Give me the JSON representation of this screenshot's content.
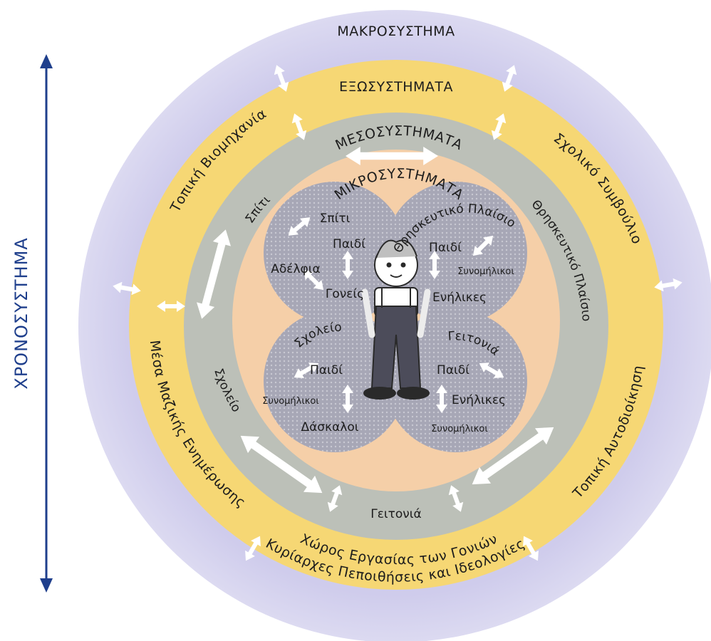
{
  "colors": {
    "macro": "#cfccec",
    "exo": "#f6d774",
    "meso": "#bcc0b8",
    "micro": "#f5cfa8",
    "clover": "#a9a9b8",
    "arrow_white": "#ffffff",
    "axis": "#1f3f8c"
  },
  "time_axis": {
    "label": "ΧΡΟΝΟΣΥΣΤΗΜΑ"
  },
  "rings": {
    "macro": {
      "title": "ΜΑΚΡΟΣΥΣΤΗΜΑ",
      "bottom": "Κυρίαρχες Πεποιθήσεις και Ιδεολογίες"
    },
    "exo": {
      "title": "ΕΞΩΣΥΣΤΗΜΑΤΑ",
      "items": [
        "Τοπική Βιομηχανία",
        "Σχολικό Συμβούλιο",
        "Μέσα Μαζικής Ενημέρωσης",
        "Τοπική Αυτοδιοίκηση",
        "Χώρος Εργασίας των Γονιών"
      ]
    },
    "meso": {
      "title": "ΜΕΣΟΣΥΣΤΗΜΑΤΑ",
      "items": [
        "Σπίτι",
        "Θρησκευτικό Πλαίσιο",
        "Σχολείο",
        "Γειτονιά"
      ]
    },
    "micro": {
      "title": "ΜΙΚΡΟΣΥΣΤΗΜΑΤΑ"
    }
  },
  "clover": {
    "home": {
      "title": "Σπίτι",
      "items": [
        "Παιδί",
        "Αδέλφια",
        "Γονείς"
      ]
    },
    "religion": {
      "title": "Θρησκευτικό Πλαίσιο",
      "items": [
        "Παιδί",
        "Συνομήλικοι",
        "Ενήλικες"
      ]
    },
    "school": {
      "title": "Σχολείο",
      "items": [
        "Παιδί",
        "Συνομήλικοι",
        "Δάσκαλοι"
      ]
    },
    "neighborhood": {
      "title": "Γειτονιά",
      "items": [
        "Παιδί",
        "Ενήλικες",
        "Συνομήλικοι"
      ]
    }
  }
}
